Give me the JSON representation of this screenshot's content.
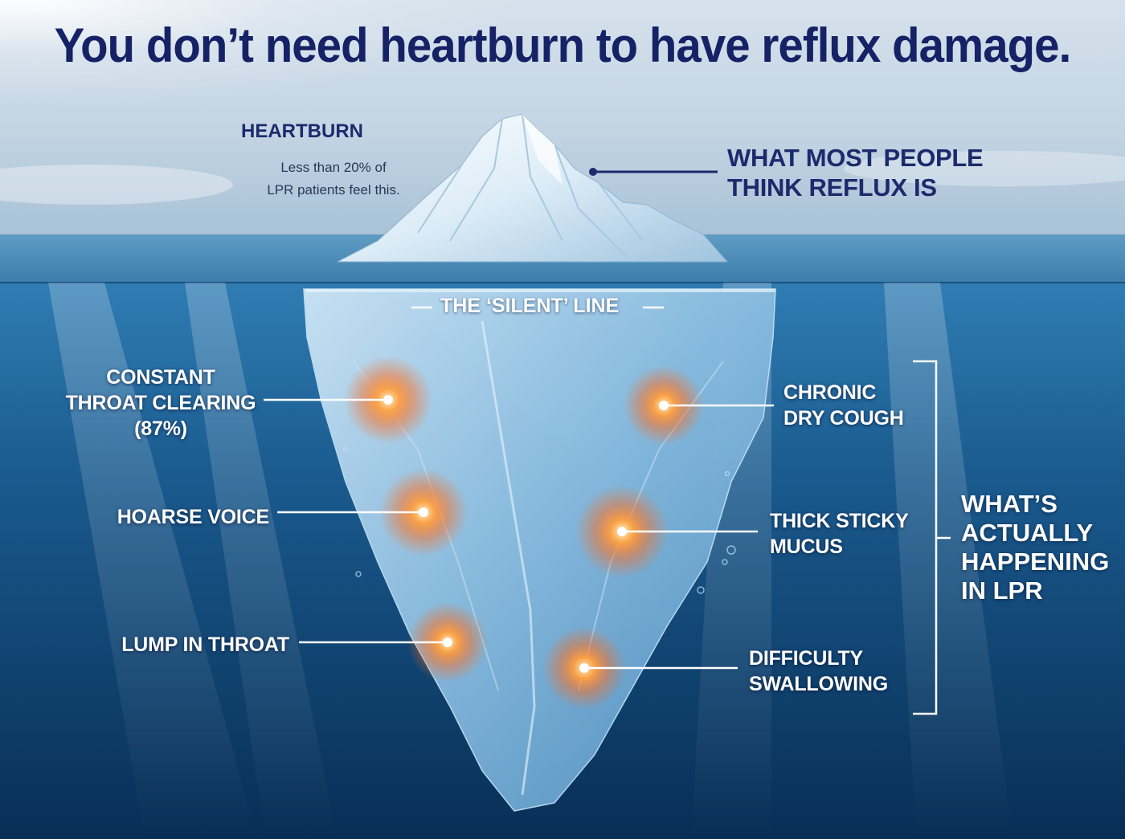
{
  "headline": "You don’t need heartburn to have reflux damage.",
  "visible_tip": {
    "title": "HEARTBURN",
    "subtitle_lines": [
      "Less than 20% of",
      "LPR patients feel this."
    ],
    "label_lines": [
      "WHAT MOST PEOPLE",
      "THINK REFLUX IS"
    ]
  },
  "divider": {
    "label": "THE ‘SILENT’ LINE"
  },
  "hidden_symptoms": {
    "left": [
      {
        "lines": [
          "CONSTANT",
          "THROAT CLEARING",
          "(87%)"
        ]
      },
      {
        "lines": [
          "HOARSE VOICE"
        ]
      },
      {
        "lines": [
          "LUMP IN THROAT"
        ]
      }
    ],
    "right": [
      {
        "lines": [
          "CHRONIC",
          "DRY COUGH"
        ]
      },
      {
        "lines": [
          "THICK STICKY",
          "MUCUS"
        ]
      },
      {
        "lines": [
          "DIFFICULTY",
          "SWALLOWING"
        ]
      }
    ],
    "group_label_lines": [
      "WHAT’S",
      "ACTUALLY",
      "HAPPENING",
      "IN LPR"
    ]
  },
  "colors": {
    "headline": "#162266",
    "sky_top": "#c9d8e6",
    "ocean_surface": "#4f93be",
    "deep_water": "#0c3a66",
    "ice": "#d8ecf8",
    "glow": "#ff7a1a"
  }
}
